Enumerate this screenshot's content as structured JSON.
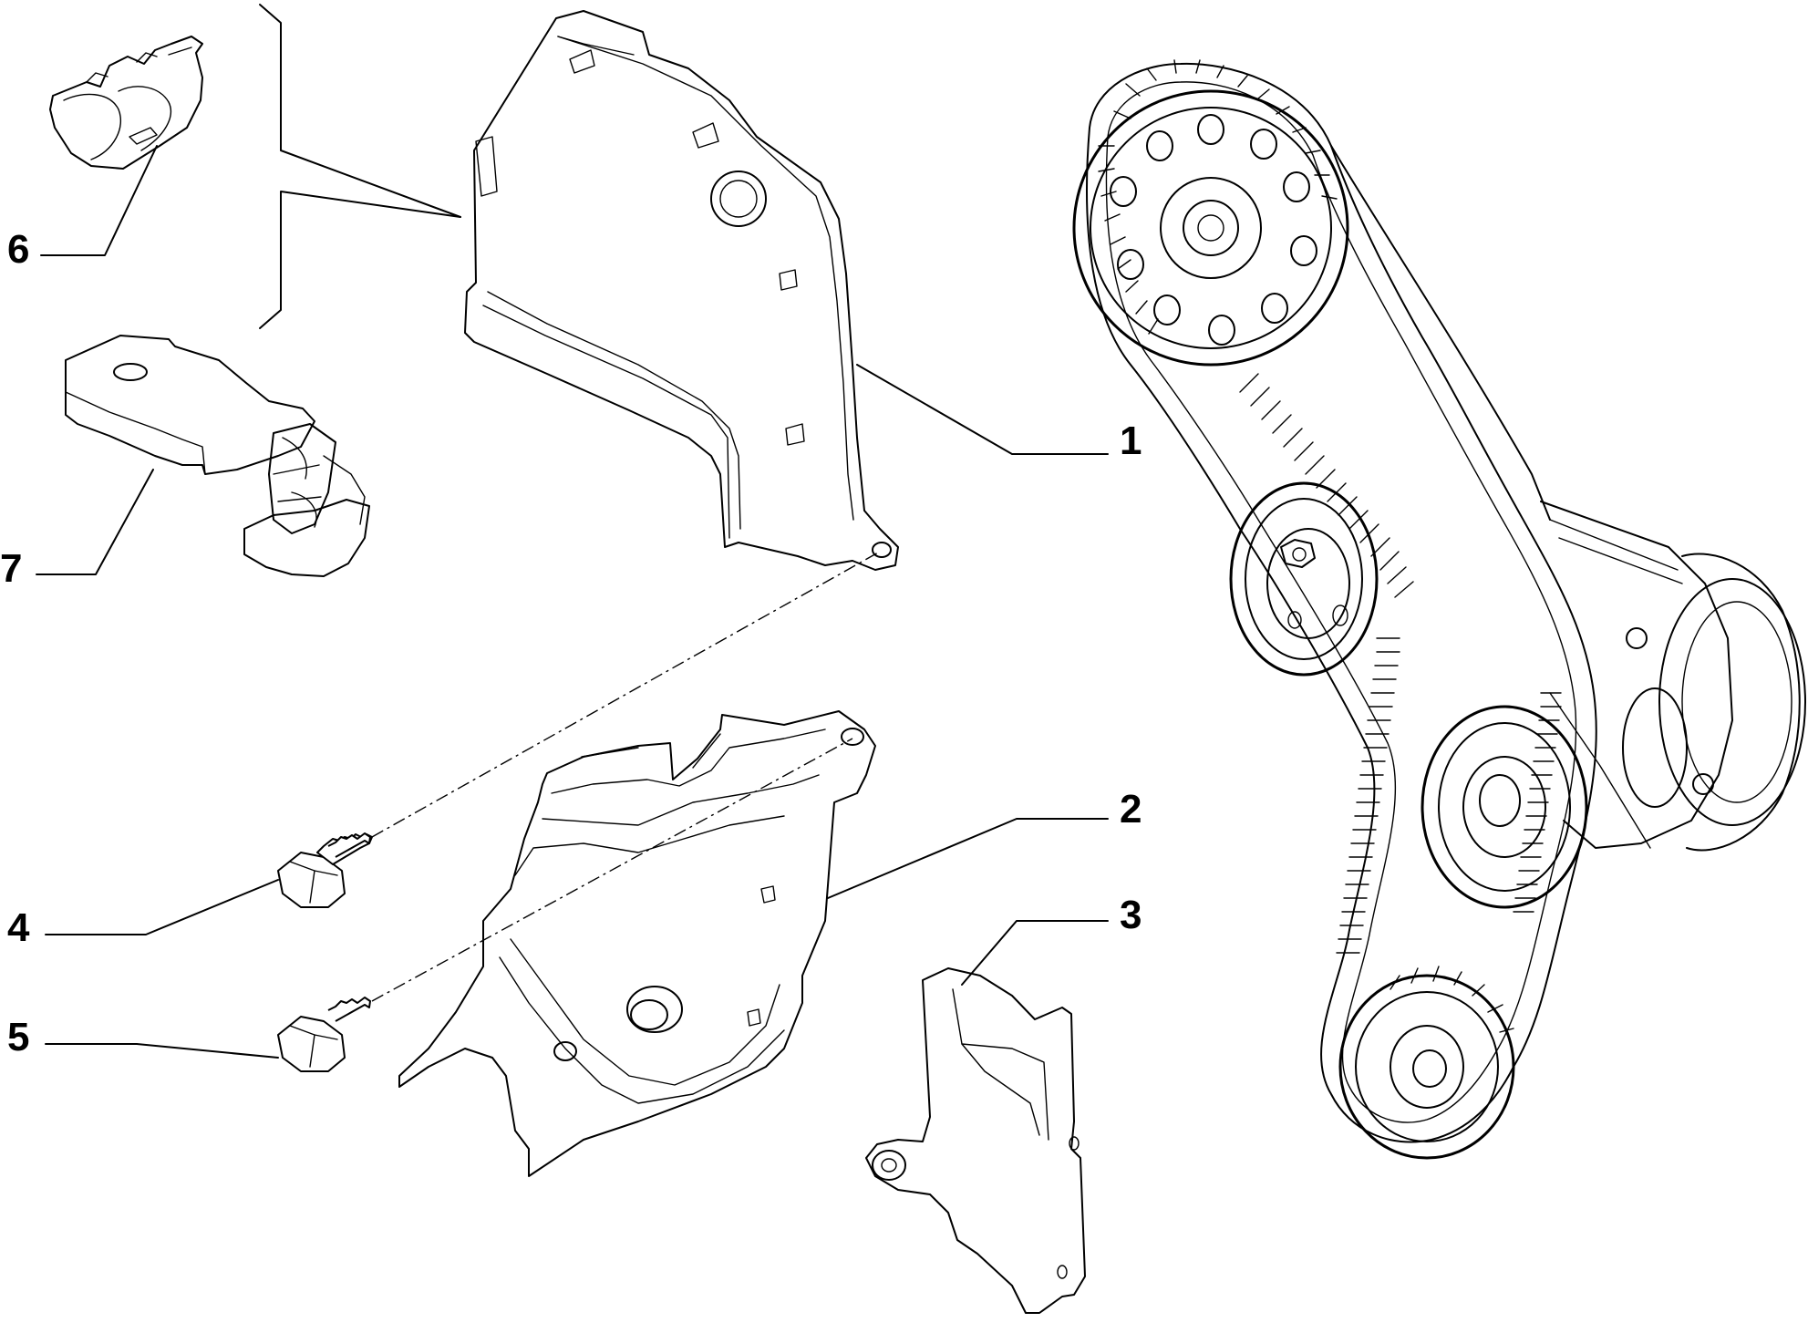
{
  "diagram": {
    "callouts": [
      {
        "id": "1",
        "label": "1"
      },
      {
        "id": "2",
        "label": "2"
      },
      {
        "id": "3",
        "label": "3"
      },
      {
        "id": "4",
        "label": "4"
      },
      {
        "id": "5",
        "label": "5"
      },
      {
        "id": "6",
        "label": "6"
      },
      {
        "id": "7",
        "label": "7"
      }
    ],
    "colors": {
      "line": "#000000",
      "background": "#ffffff"
    }
  }
}
